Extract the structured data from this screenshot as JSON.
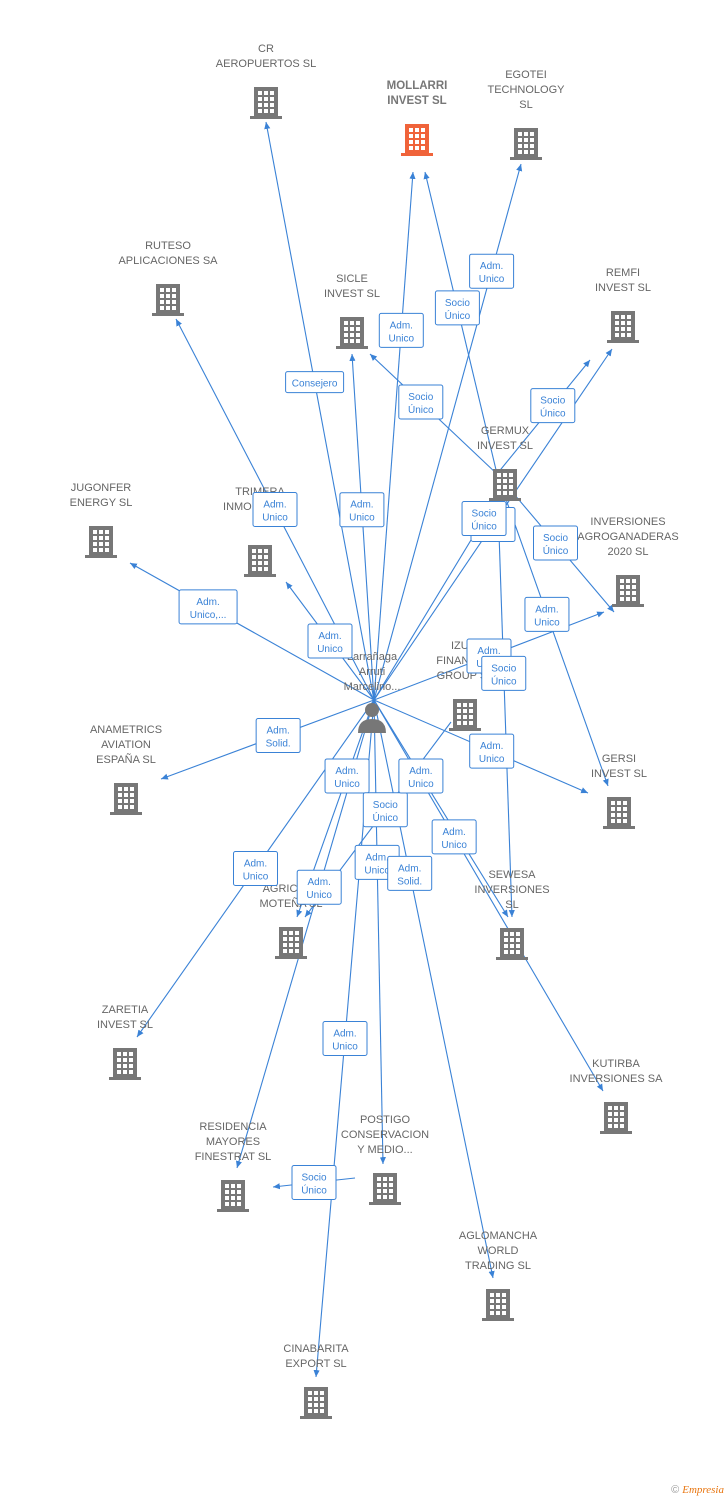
{
  "colors": {
    "edge": "#3a82d6",
    "building": "#777777",
    "building_highlight": "#f0633a",
    "person": "#777777"
  },
  "center": {
    "label": [
      "Larrañaga",
      "Arruti",
      "Marcelino..."
    ]
  },
  "companies": [
    {
      "id": "cr",
      "label": [
        "CR",
        "AEROPUERTOS SL"
      ]
    },
    {
      "id": "mollarri",
      "label": [
        "MOLLARRI",
        "INVEST SL"
      ],
      "highlight": true
    },
    {
      "id": "egotei",
      "label": [
        "EGOTEI",
        "TECHNOLOGY",
        "SL"
      ]
    },
    {
      "id": "ruteso",
      "label": [
        "RUTESO",
        "APLICACIONES SA"
      ]
    },
    {
      "id": "sicle",
      "label": [
        "SICLE",
        "INVEST SL"
      ]
    },
    {
      "id": "remfi",
      "label": [
        "REMFI",
        "INVEST SL"
      ]
    },
    {
      "id": "germux",
      "label": [
        "GERMUX",
        "INVEST SL"
      ]
    },
    {
      "id": "jugonfer",
      "label": [
        "JUGONFER",
        "ENERGY SL"
      ]
    },
    {
      "id": "trimera",
      "label": [
        "TRIMERA",
        "INMOBILIARIA",
        "SL"
      ]
    },
    {
      "id": "inversiones",
      "label": [
        "INVERSIONES",
        "AGROGANADERAS",
        "2020 SL"
      ]
    },
    {
      "id": "izuki",
      "label": [
        "IZUKI",
        "FINANCIAL",
        "GROUP SL"
      ]
    },
    {
      "id": "anametrics",
      "label": [
        "ANAMETRICS",
        "AVIATION",
        "ESPAÑA SL"
      ]
    },
    {
      "id": "gersi",
      "label": [
        "GERSI",
        "INVEST SL"
      ]
    },
    {
      "id": "agricola",
      "label": [
        "AGRICOLA",
        "MOTEÑA SL"
      ]
    },
    {
      "id": "sewesa",
      "label": [
        "SEWESA",
        "INVERSIONES",
        "SL"
      ]
    },
    {
      "id": "zaretia",
      "label": [
        "ZARETIA",
        "INVEST SL"
      ]
    },
    {
      "id": "kutirba",
      "label": [
        "KUTIRBA",
        "INVERSIONES SA"
      ]
    },
    {
      "id": "residencia",
      "label": [
        "RESIDENCIA",
        "MAYORES",
        "FINESTRAT SL"
      ]
    },
    {
      "id": "postigo",
      "label": [
        "POSTIGO",
        "CONSERVACION",
        "Y MEDIO..."
      ]
    },
    {
      "id": "aglomancha",
      "label": [
        "AGLOMANCHA",
        "WORLD",
        "TRADING SL"
      ]
    },
    {
      "id": "cinabarita",
      "label": [
        "CINABARITA",
        "EXPORT SL"
      ]
    }
  ],
  "edges": [
    {
      "from": "center",
      "to": "cr",
      "label": [
        "Consejero"
      ]
    },
    {
      "from": "center",
      "to": "mollarri",
      "label": [
        "Adm.",
        "Unico"
      ]
    },
    {
      "from": "germux",
      "to": "mollarri",
      "label": [
        "Socio",
        "Único"
      ]
    },
    {
      "from": "center",
      "to": "egotei",
      "label": [
        "Adm.",
        "Unico"
      ]
    },
    {
      "from": "center",
      "to": "ruteso",
      "label": [
        "Adm.",
        "Unico"
      ]
    },
    {
      "from": "center",
      "to": "sicle",
      "label": [
        "Adm.",
        "Unico"
      ]
    },
    {
      "from": "germux",
      "to": "sicle",
      "label": [
        "Socio",
        "Único"
      ]
    },
    {
      "from": "germux",
      "to": "remfi",
      "label": [
        "Socio",
        "Único"
      ]
    },
    {
      "from": "center",
      "to": "remfi",
      "label": [
        "Adm.",
        "Unico"
      ]
    },
    {
      "from": "center",
      "to": "jugonfer",
      "label": [
        "Adm.",
        "Unico,..."
      ]
    },
    {
      "from": "center",
      "to": "trimera",
      "label": [
        "Adm.",
        "Unico"
      ]
    },
    {
      "from": "center",
      "to": "germux",
      "label": [
        "Socio",
        "Único"
      ]
    },
    {
      "from": "center",
      "to": "inversiones",
      "label": [
        "Adm.",
        "Unico"
      ]
    },
    {
      "from": "germux",
      "to": "inversiones",
      "label": [
        "Socio",
        "Único"
      ]
    },
    {
      "from": "germux",
      "to": "gersi",
      "label": [
        "Adm.",
        "Unico"
      ]
    },
    {
      "from": "center",
      "to": "gersi",
      "label": [
        "Adm.",
        "Unico"
      ]
    },
    {
      "from": "germux",
      "to": "sewesa",
      "label": [
        "Socio",
        "Único"
      ]
    },
    {
      "from": "center",
      "to": "anametrics",
      "label": [
        "Adm.",
        "Solid."
      ]
    },
    {
      "from": "center",
      "to": "agricola",
      "label": [
        "Adm.",
        "Unico"
      ]
    },
    {
      "from": "izuki",
      "to": "agricola",
      "label": [
        "Socio",
        "Único"
      ]
    },
    {
      "from": "center",
      "to": "sewesa",
      "label": [
        "Adm.",
        "Unico"
      ]
    },
    {
      "from": "center",
      "to": "zaretia",
      "label": [
        "Adm.",
        "Unico"
      ]
    },
    {
      "from": "center",
      "to": "kutirba",
      "label": [
        "Adm.",
        "Unico"
      ]
    },
    {
      "from": "center",
      "to": "residencia",
      "label": [
        "Adm.",
        "Unico"
      ]
    },
    {
      "from": "postigo",
      "to": "residencia",
      "label": [
        "Socio",
        "Único"
      ]
    },
    {
      "from": "center",
      "to": "postigo",
      "label": [
        "Adm.",
        "Unico"
      ]
    },
    {
      "from": "center",
      "to": "aglomancha",
      "label": [
        "Adm.",
        "Solid."
      ]
    },
    {
      "from": "center",
      "to": "cinabarita",
      "label": [
        "Adm.",
        "Unico"
      ]
    }
  ],
  "footer": {
    "copyright": "©",
    "brand": "Empresia"
  }
}
